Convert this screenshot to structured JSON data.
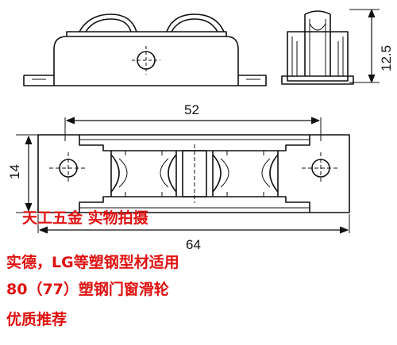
{
  "dimensions": {
    "width_52": "52",
    "height_14": "14",
    "length_64": "64",
    "height_12_5": "12.5"
  },
  "watermark": "天工五金  实物拍摄",
  "description": {
    "line1": "实德，LG等塑钢型材适用",
    "line2": "80（77）塑钢门窗滑轮",
    "line3": "优质推荐"
  },
  "colors": {
    "line": "#111111",
    "text_red": "#e01010",
    "background": "#ffffff"
  }
}
